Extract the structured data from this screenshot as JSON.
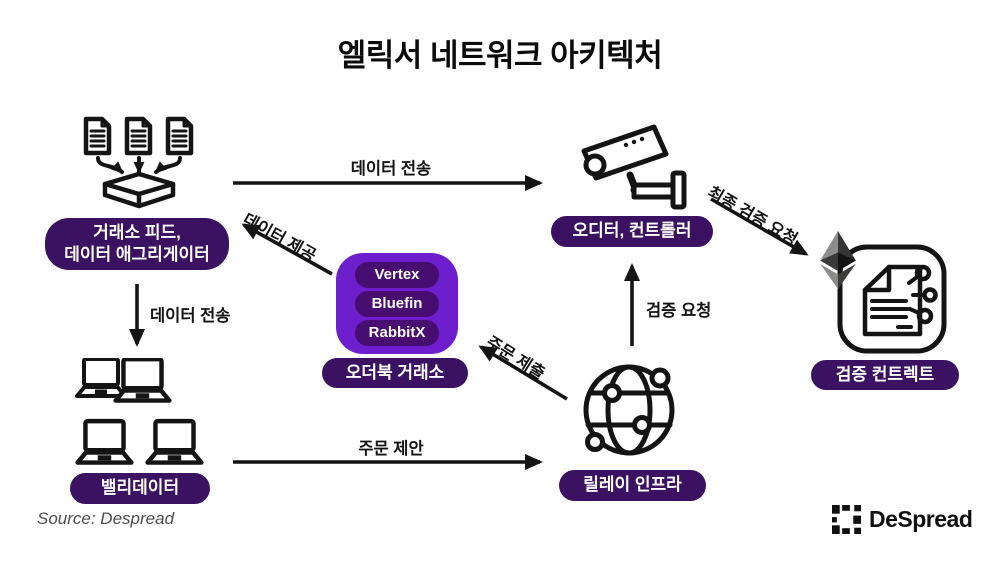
{
  "title": "엘릭서 네트워크 아키텍처",
  "source": "Source: Despread",
  "brand": {
    "name": "DeSpread",
    "icon": "despread-bracket-icon"
  },
  "colors": {
    "pill_bg": "#3b1161",
    "orderbook_box_bg": "#6d1ecd",
    "orderbook_item_bg": "#470d71",
    "arrow": "#141414",
    "text": "#0c0c0c",
    "source_text": "#4d4d4d"
  },
  "nodes": {
    "exchange_feeds": {
      "icon": "documents-to-aggregator-icon",
      "label_line1": "거래소 피드,",
      "label_line2": "데이터 애그리게이터"
    },
    "orderbook": {
      "items": [
        "Vertex",
        "Bluefin",
        "RabbitX"
      ],
      "label": "오더북 거래소"
    },
    "auditor": {
      "icon": "cctv-camera-icon",
      "label": "오디터, 컨트롤러"
    },
    "contract": {
      "icon": "smart-contract-ethereum-icon",
      "label": "검증 컨트렉트"
    },
    "validator": {
      "icon": "laptops-icon",
      "label": "밸리데이터"
    },
    "relay": {
      "icon": "globe-network-icon",
      "label": "릴레이 인프라"
    }
  },
  "edges": {
    "data_send_top": "데이터 전송",
    "data_provide": "데이터 제공",
    "data_send_left": "데이터 전송",
    "order_propose": "주문 제안",
    "order_submit": "주문 제출",
    "verify_request": "검증 요청",
    "final_verify": "최종 검증 요청"
  }
}
